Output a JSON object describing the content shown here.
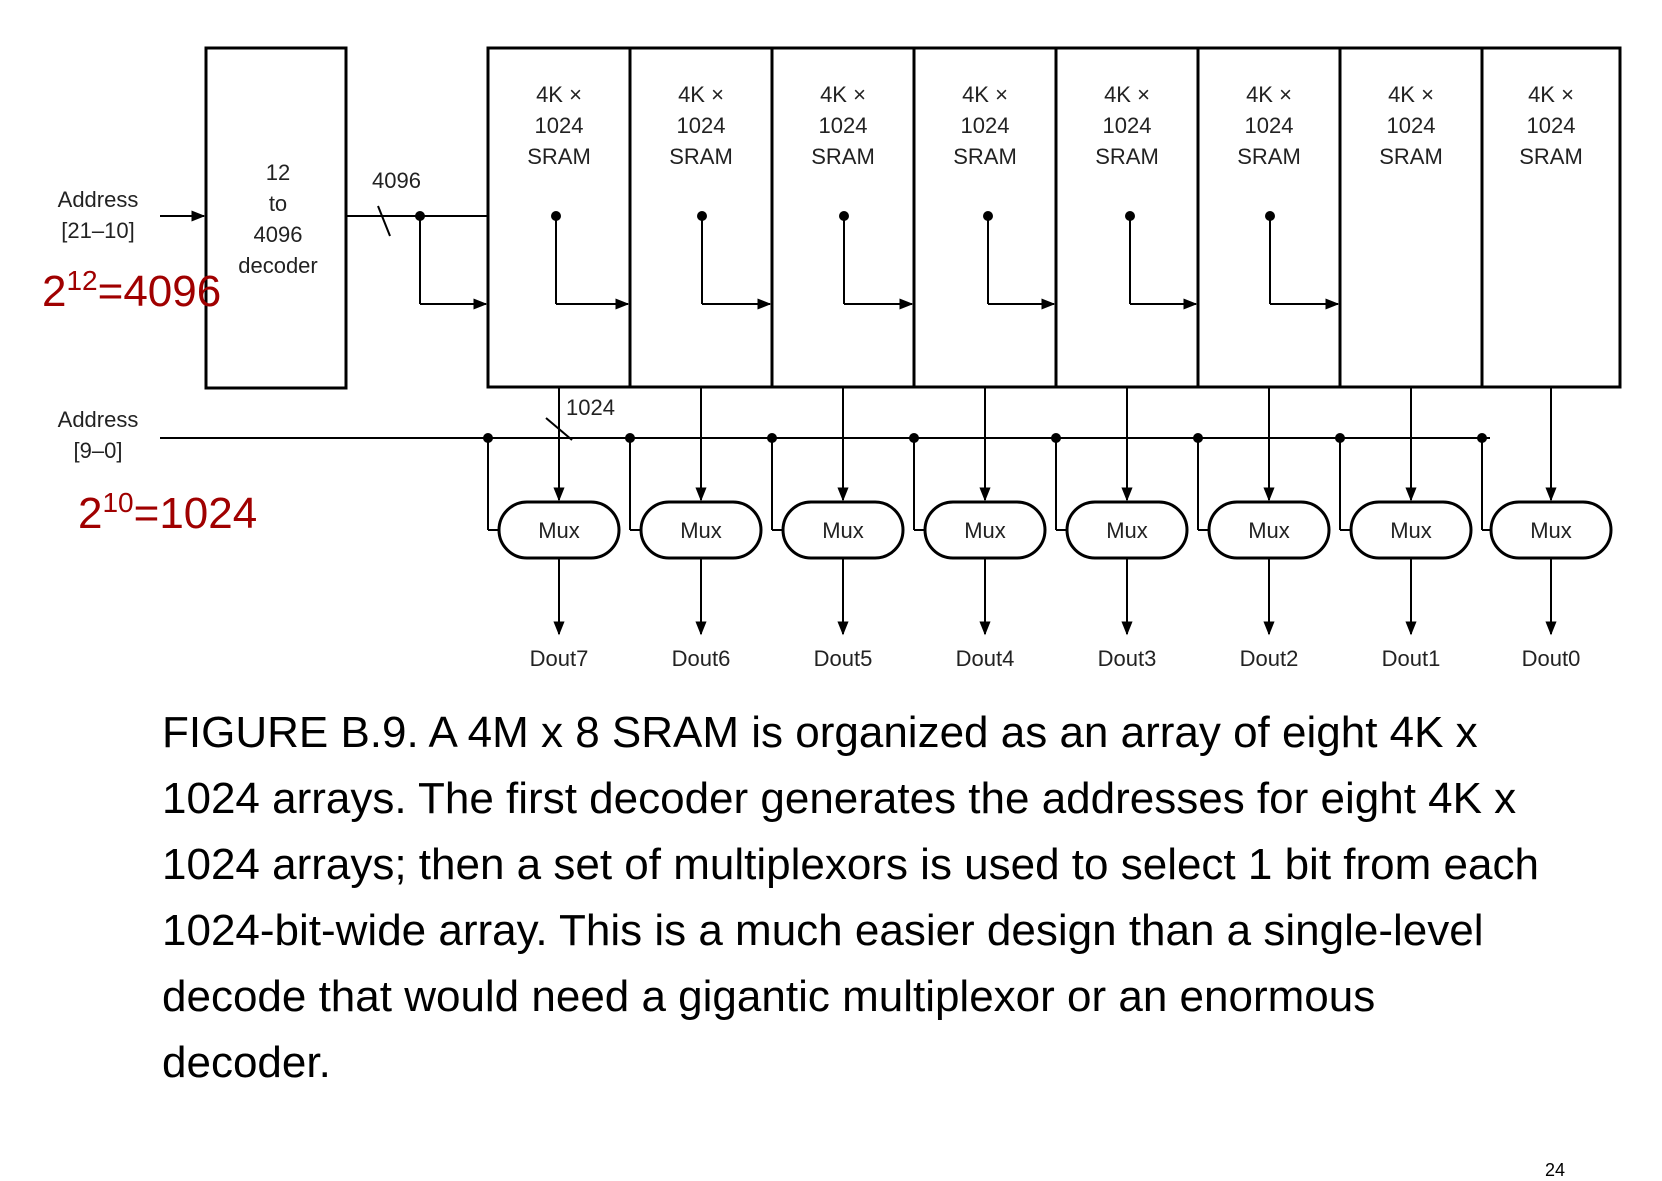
{
  "decoder": {
    "l1": "12",
    "l2": "to",
    "l3": "4096",
    "l4": "decoder"
  },
  "address_high": {
    "l1": "Address",
    "l2": "[21–10]"
  },
  "address_low": {
    "l1": "Address",
    "l2": "[9–0]"
  },
  "bus_4096": "4096",
  "bus_1024": "1024",
  "sram_label": [
    "4K ×",
    "1024",
    "SRAM"
  ],
  "mux_label": "Mux",
  "outputs": [
    "Dout7",
    "Dout6",
    "Dout5",
    "Dout4",
    "Dout3",
    "Dout2",
    "Dout1",
    "Dout0"
  ],
  "annotation_decoder": {
    "base": "2",
    "exp": "12",
    "rest": "=4096"
  },
  "annotation_mux": {
    "base": "2",
    "exp": "10",
    "rest": "=1024"
  },
  "caption": "FIGURE B.9. A 4M x 8 SRAM is organized as an array of eight 4K x 1024 arrays. The first decoder generates the addresses for eight 4K x 1024 arrays; then a set of multiplexors is used to select 1 bit from each 1024-bit-wide array. This is a much easier design than a single-level decode that would need a gigantic multiplexor or an enormous decoder.",
  "page_number": "24",
  "colors": {
    "annotation": "#a00000",
    "lines": "#000000"
  }
}
